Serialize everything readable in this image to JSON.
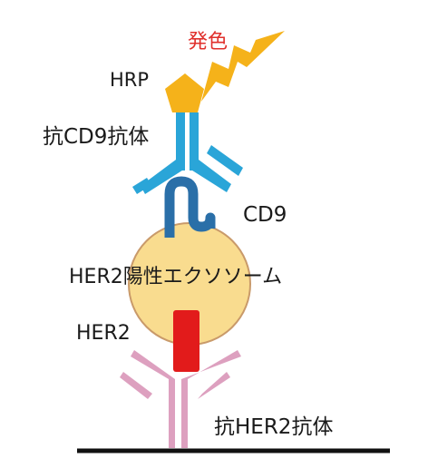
{
  "labels": {
    "color_development": "発色",
    "hrp": "HRP",
    "anti_cd9_antibody": "抗CD9抗体",
    "cd9": "CD9",
    "her2_positive_exosome": "HER2陽性エクソソーム",
    "her2": "HER2",
    "anti_her2_antibody": "抗HER2抗体"
  },
  "colors": {
    "color_text": "#e0302c",
    "lightning": "#f5b21a",
    "hrp": "#f5b21a",
    "anti_cd9_antibody": "#2aa5d8",
    "cd9": "#2a6fa8",
    "exosome_fill": "#f9dc8f",
    "exosome_stroke": "#c99a6a",
    "her2": "#e21b1b",
    "anti_her2_antibody": "#dda0bf",
    "surface": "#111111"
  }
}
